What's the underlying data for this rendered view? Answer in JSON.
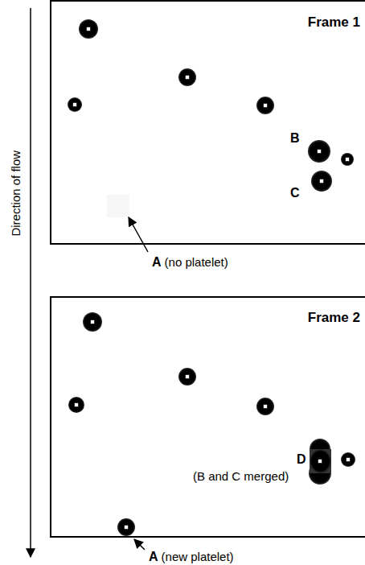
{
  "diagram": {
    "nodes": [
      {
        "text": [
          "Frame 1"
        ]
      },
      {
        "text": [
          "Frame 2"
        ]
      }
    ],
    "labels": [
      "Direction of flow",
      "B",
      "C",
      "A",
      "(no platelet)",
      "D",
      "(B and C merged)",
      "A",
      "(new platelet)"
    ]
  }
}
